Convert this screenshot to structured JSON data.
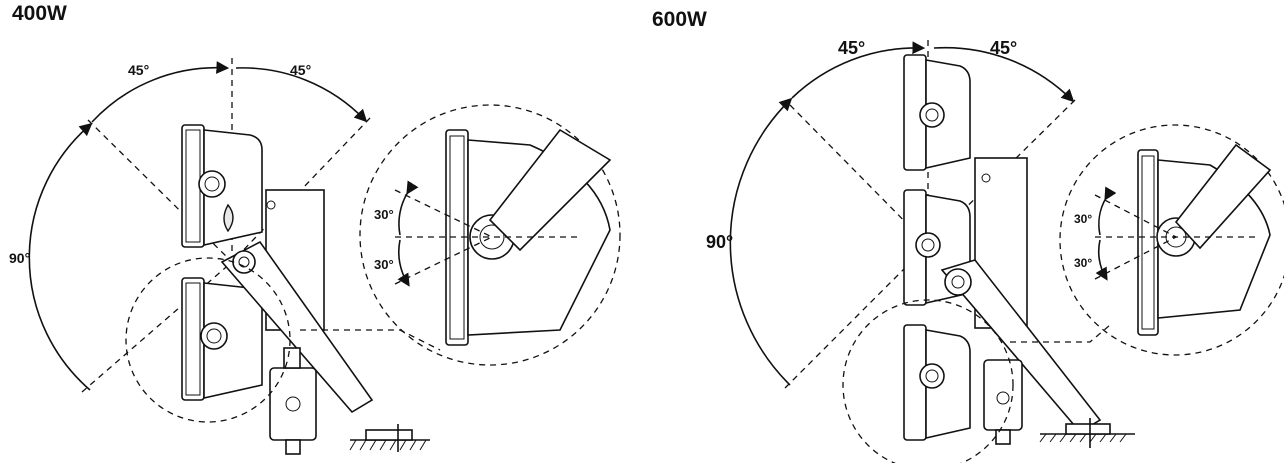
{
  "diagrams": [
    {
      "title": "400W",
      "angle_labels": {
        "top_left": "45°",
        "top_right": "45°",
        "side": "90°",
        "detail_up": "30°",
        "detail_down": "30°"
      }
    },
    {
      "title": "600W",
      "angle_labels": {
        "top_left": "45°",
        "top_right": "45°",
        "side": "90°",
        "detail_up": "30°",
        "detail_down": "30°"
      }
    }
  ],
  "colors": {
    "line": "#111111",
    "background": "#ffffff"
  }
}
